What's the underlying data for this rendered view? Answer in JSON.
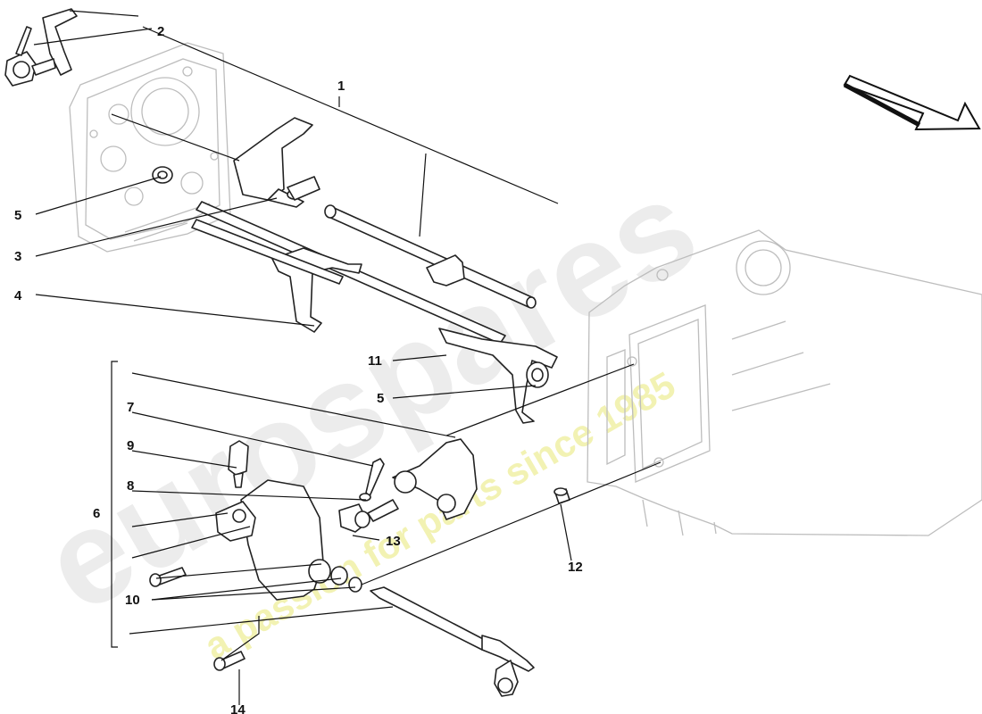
{
  "watermark": {
    "brand": "eurospares",
    "tagline": "a passion for parts since 1985",
    "brand_color": "#d9d9d9",
    "tagline_color": "#eded9a"
  },
  "callouts": [
    "1",
    "2",
    "3",
    "4",
    "5",
    "5",
    "6",
    "7",
    "8",
    "9",
    "10",
    "11",
    "12",
    "13",
    "14"
  ],
  "colors": {
    "line": "#111111",
    "ghost": "#bdbdbd",
    "part_fill": "#ffffff"
  },
  "icons": [
    "direction-arrow-icon"
  ]
}
